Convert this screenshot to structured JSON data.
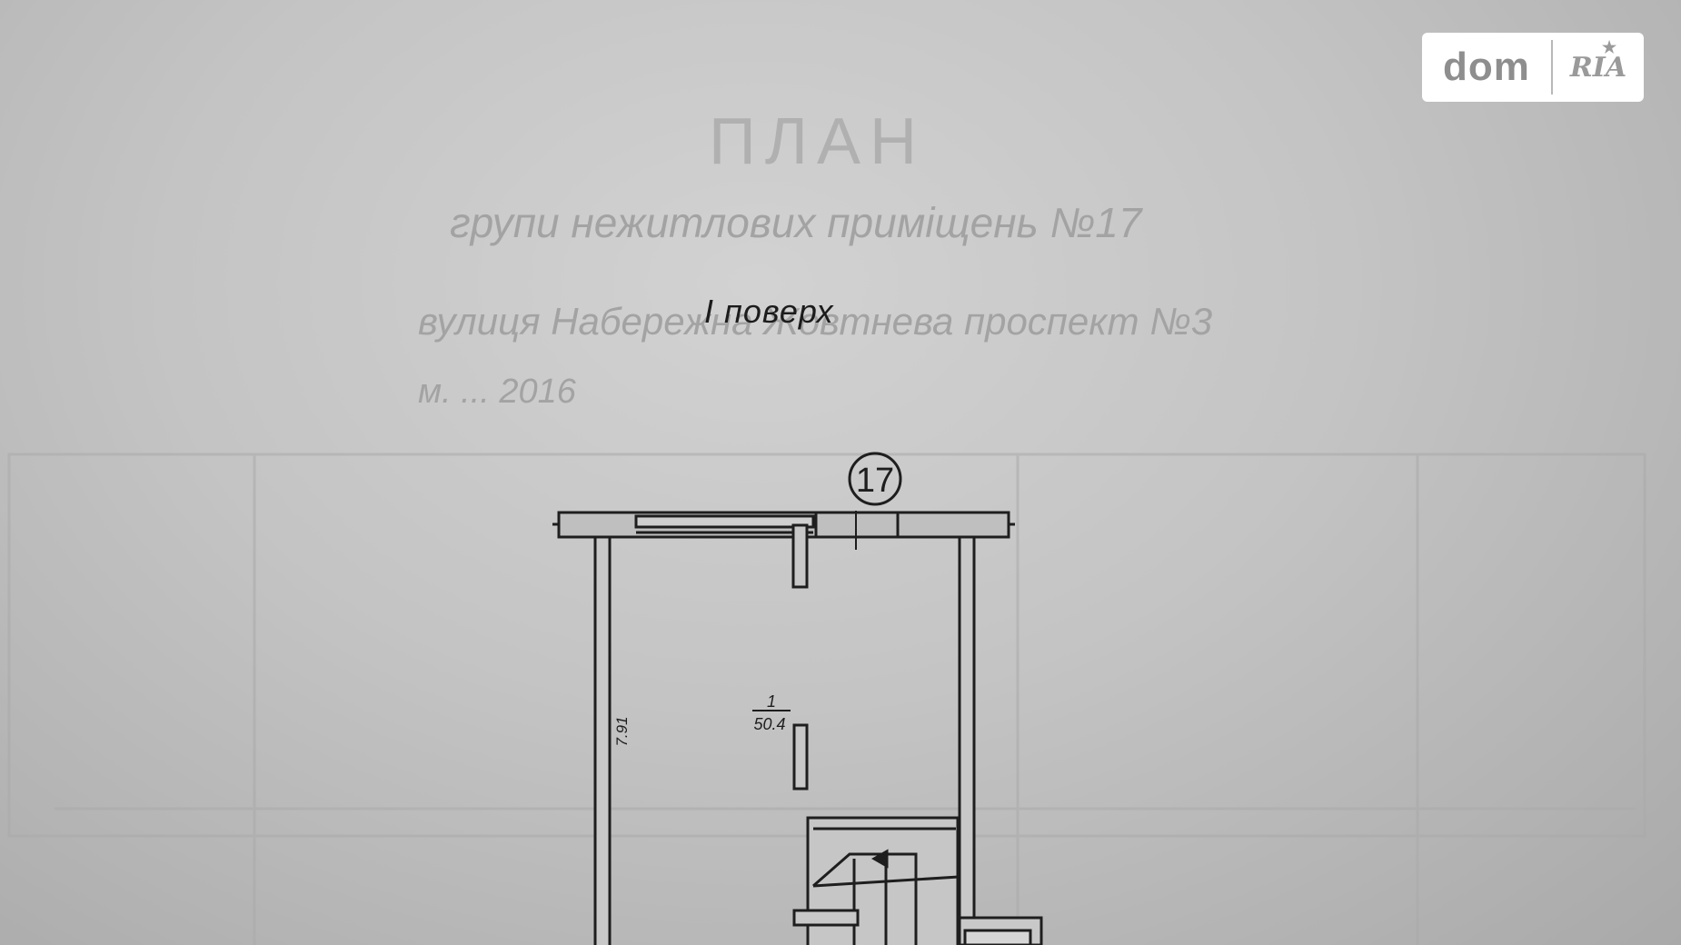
{
  "watermark": {
    "left": "dom",
    "right": "RIA"
  },
  "document": {
    "ghost_title": "ПЛАН",
    "ghost_subtitle": "групи нежитлових приміщень №17",
    "ghost_address": "вулиця Набережна Жовтнева проспект №3",
    "ghost_extra": "м. ... 2016",
    "floor_label": "I поверх"
  },
  "plan": {
    "room_marker": "17",
    "room_number": "1",
    "room_area": "50.4",
    "dimension": "7.91"
  }
}
